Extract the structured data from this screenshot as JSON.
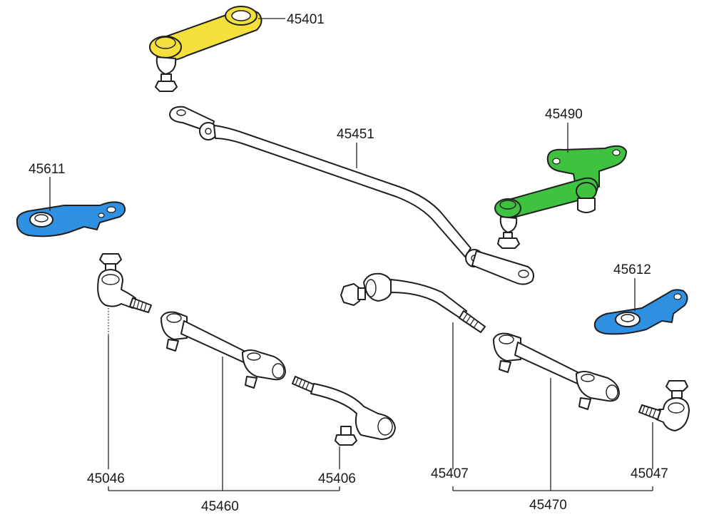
{
  "colors": {
    "pitman_arm": "#f3e03c",
    "idler_arm": "#3fc23f",
    "bracket": "#2f8fe0",
    "line": "#1f1f1f"
  },
  "labels": {
    "pitman_arm": "45401",
    "relay_rod": "45451",
    "idler_arm": "45490",
    "bracket_left": "45611",
    "bracket_right": "45612",
    "tie_rod_end_left_outer": "45046",
    "tie_rod_end_left_inner": "45406",
    "tie_rod_assy_left": "45460",
    "tie_rod_end_right_inner": "45407",
    "tie_rod_assy_right": "45470",
    "tie_rod_end_right_outer": "45047"
  }
}
